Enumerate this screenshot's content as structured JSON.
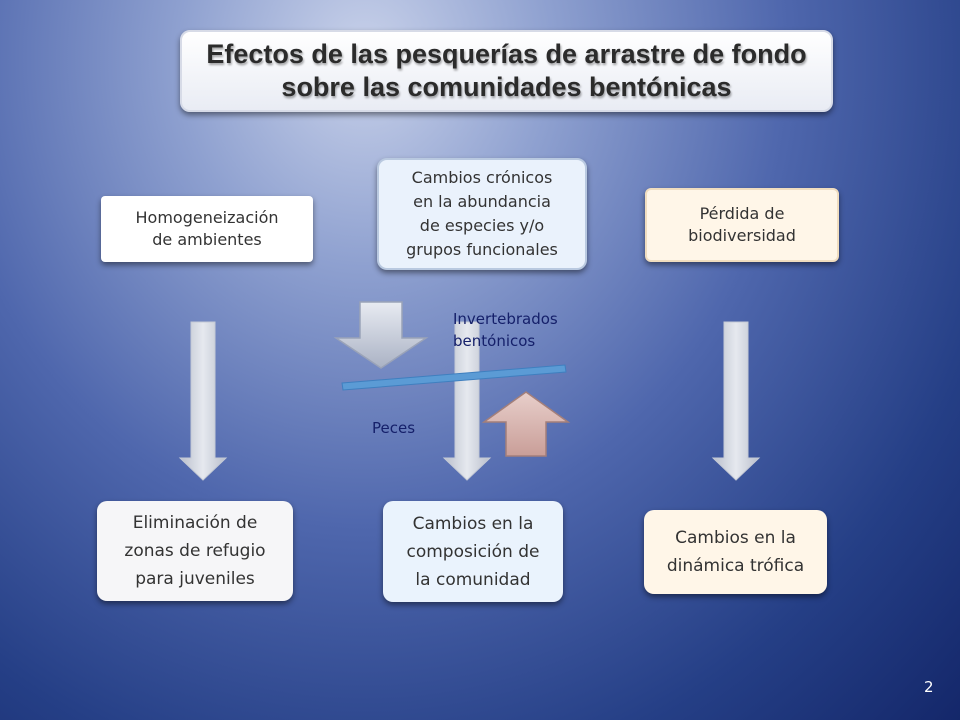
{
  "title": {
    "line1": "Efectos de las pesquerías de arrastre de fondo",
    "line2": "sobre las comunidades bentónicas"
  },
  "top_boxes": [
    {
      "lines": [
        "Homogeneización",
        "de ambientes"
      ]
    },
    {
      "lines": [
        "Cambios crónicos",
        "en la abundancia",
        "de especies y/o",
        "grupos funcionales"
      ]
    },
    {
      "lines": [
        "Pérdida de",
        "biodiversidad"
      ]
    }
  ],
  "bottom_boxes": [
    {
      "lines": [
        "Eliminación de",
        "zonas de refugio",
        "para juveniles"
      ]
    },
    {
      "lines": [
        "Cambios en la",
        "composición de",
        "la comunidad"
      ]
    },
    {
      "lines": [
        "Cambios en la",
        "dinámica trófica"
      ]
    }
  ],
  "labels": {
    "invertebrados": [
      "Invertebrados",
      "bentónicos"
    ],
    "peces": "Peces"
  },
  "page_number": "2",
  "colors": {
    "arrow_down_fill": "#cfd4df",
    "arrow_up_fill": "#d9b8b3",
    "seesaw_bar": "#5b9bd5",
    "label_text": "#15206a"
  }
}
